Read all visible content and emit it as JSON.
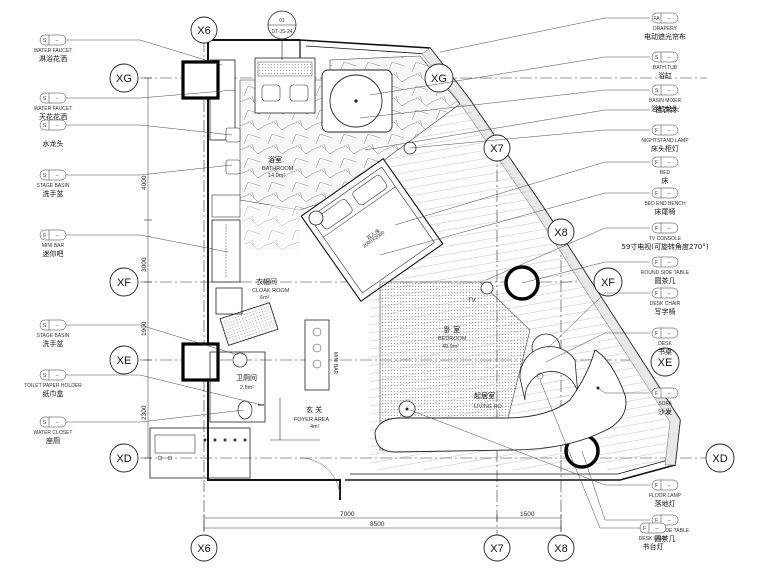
{
  "axes": {
    "horizontal": [
      "XG",
      "XF",
      "XE",
      "XD"
    ],
    "vertical": [
      "X6",
      "X7",
      "X8"
    ]
  },
  "tag": {
    "num": "01",
    "code": "DT-JS-24"
  },
  "rooms": {
    "bath": {
      "cn": "浴室",
      "en": "BATHROOM",
      "area": "14.0m²"
    },
    "cloak": {
      "cn": "衣帽间",
      "en": "CLOAK ROOM",
      "area": "6m²"
    },
    "toilet": {
      "cn": "卫厕间",
      "area": "2.8m²"
    },
    "foyer": {
      "cn": "玄 关",
      "en": "FOYER AREA",
      "area": "4m²"
    },
    "bedroom": {
      "cn": "卧 室",
      "en": "BEDROOM",
      "area": "49.0m²"
    },
    "living": {
      "cn": "起居室",
      "en": "LIVING RO"
    },
    "tv": "TV",
    "bed_label_cn": "双人床",
    "bed_label_en": "2000X2000",
    "minibar": "MINI BAR"
  },
  "dims": {
    "left": [
      "4000",
      "3000",
      "1900",
      "2300"
    ],
    "bottom_top": [
      "7000",
      "1500"
    ],
    "bottom_total": "8500"
  },
  "left_callouts": [
    {
      "code": "S",
      "en": "WATER FAUCET",
      "cn": "淋浴花洒"
    },
    {
      "code": "S",
      "en": "WATER FAUCET",
      "cn": "天花花洒"
    },
    {
      "code": "S",
      "en": "",
      "cn": "水龙头"
    },
    {
      "code": "S",
      "en": "STAGE BASIN",
      "cn": "洗手盆"
    },
    {
      "code": "F",
      "en": "MINI BAR",
      "cn": "迷你吧"
    },
    {
      "code": "S",
      "en": "STAGE BASIN",
      "cn": "洗手盆"
    },
    {
      "code": "S",
      "en": "TOILET PAPER HOLDER",
      "cn": "纸巾盒"
    },
    {
      "code": "S",
      "en": "WATER CLOSET",
      "cn": "座厕"
    }
  ],
  "right_callouts": [
    {
      "code": "FA",
      "en": "DRAPERY",
      "cn": "电动遮光帘布"
    },
    {
      "code": "S",
      "en": "BATH TUB",
      "cn": "浴缸"
    },
    {
      "code": "S",
      "en": "BASIN MIXER",
      "cn": "浴缸龙头"
    },
    {
      "code": "",
      "en": "",
      "cn": "挂衣钩"
    },
    {
      "code": "F",
      "en": "NIGHTSTAND LAMP",
      "cn": "床头柜灯"
    },
    {
      "code": "F",
      "en": "BED",
      "cn": "床"
    },
    {
      "code": "F",
      "en": "BED END BENCH",
      "cn": "床尾椅"
    },
    {
      "code": "F",
      "en": "TV CONSOLE",
      "cn": "59寸电视(可旋转角度270°)"
    },
    {
      "code": "F",
      "en": "ROUND SIDE TABLE",
      "cn": "圆茶几"
    },
    {
      "code": "F",
      "en": "DESK CHAIR",
      "cn": "写字椅"
    },
    {
      "code": "F",
      "en": "DESK",
      "cn": "书桌"
    },
    {
      "code": "F",
      "en": "SOFA",
      "cn": "沙发"
    },
    {
      "code": "F",
      "en": "FLOOR LAMP",
      "cn": "落地灯"
    },
    {
      "code": "F",
      "en": "ROUND SIDE TABLE",
      "cn": "圆茶几"
    }
  ],
  "bottom_callout": {
    "code": "F",
    "en": "DESK LAMP",
    "cn": "书台灯"
  }
}
